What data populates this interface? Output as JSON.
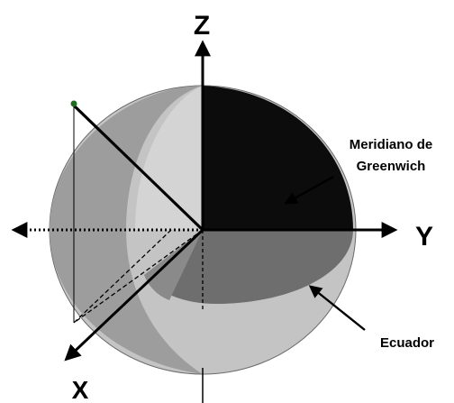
{
  "axes": {
    "z_label": "Z",
    "y_label": "Y",
    "x_label": "X"
  },
  "annotations": {
    "meridian_line1": "Meridiano de",
    "meridian_line2": "Greenwich",
    "equator": "Ecuador"
  },
  "colors": {
    "sphere_outer": "#c4c4c4",
    "left_hemisphere": "#9d9d9d",
    "inner_wedge": "#d2d2d2",
    "meridian_face": "#0c0c0c",
    "equator_plane": "#6e6e6e",
    "equator_cut": "#8a8a8a",
    "axes": "#000000"
  }
}
